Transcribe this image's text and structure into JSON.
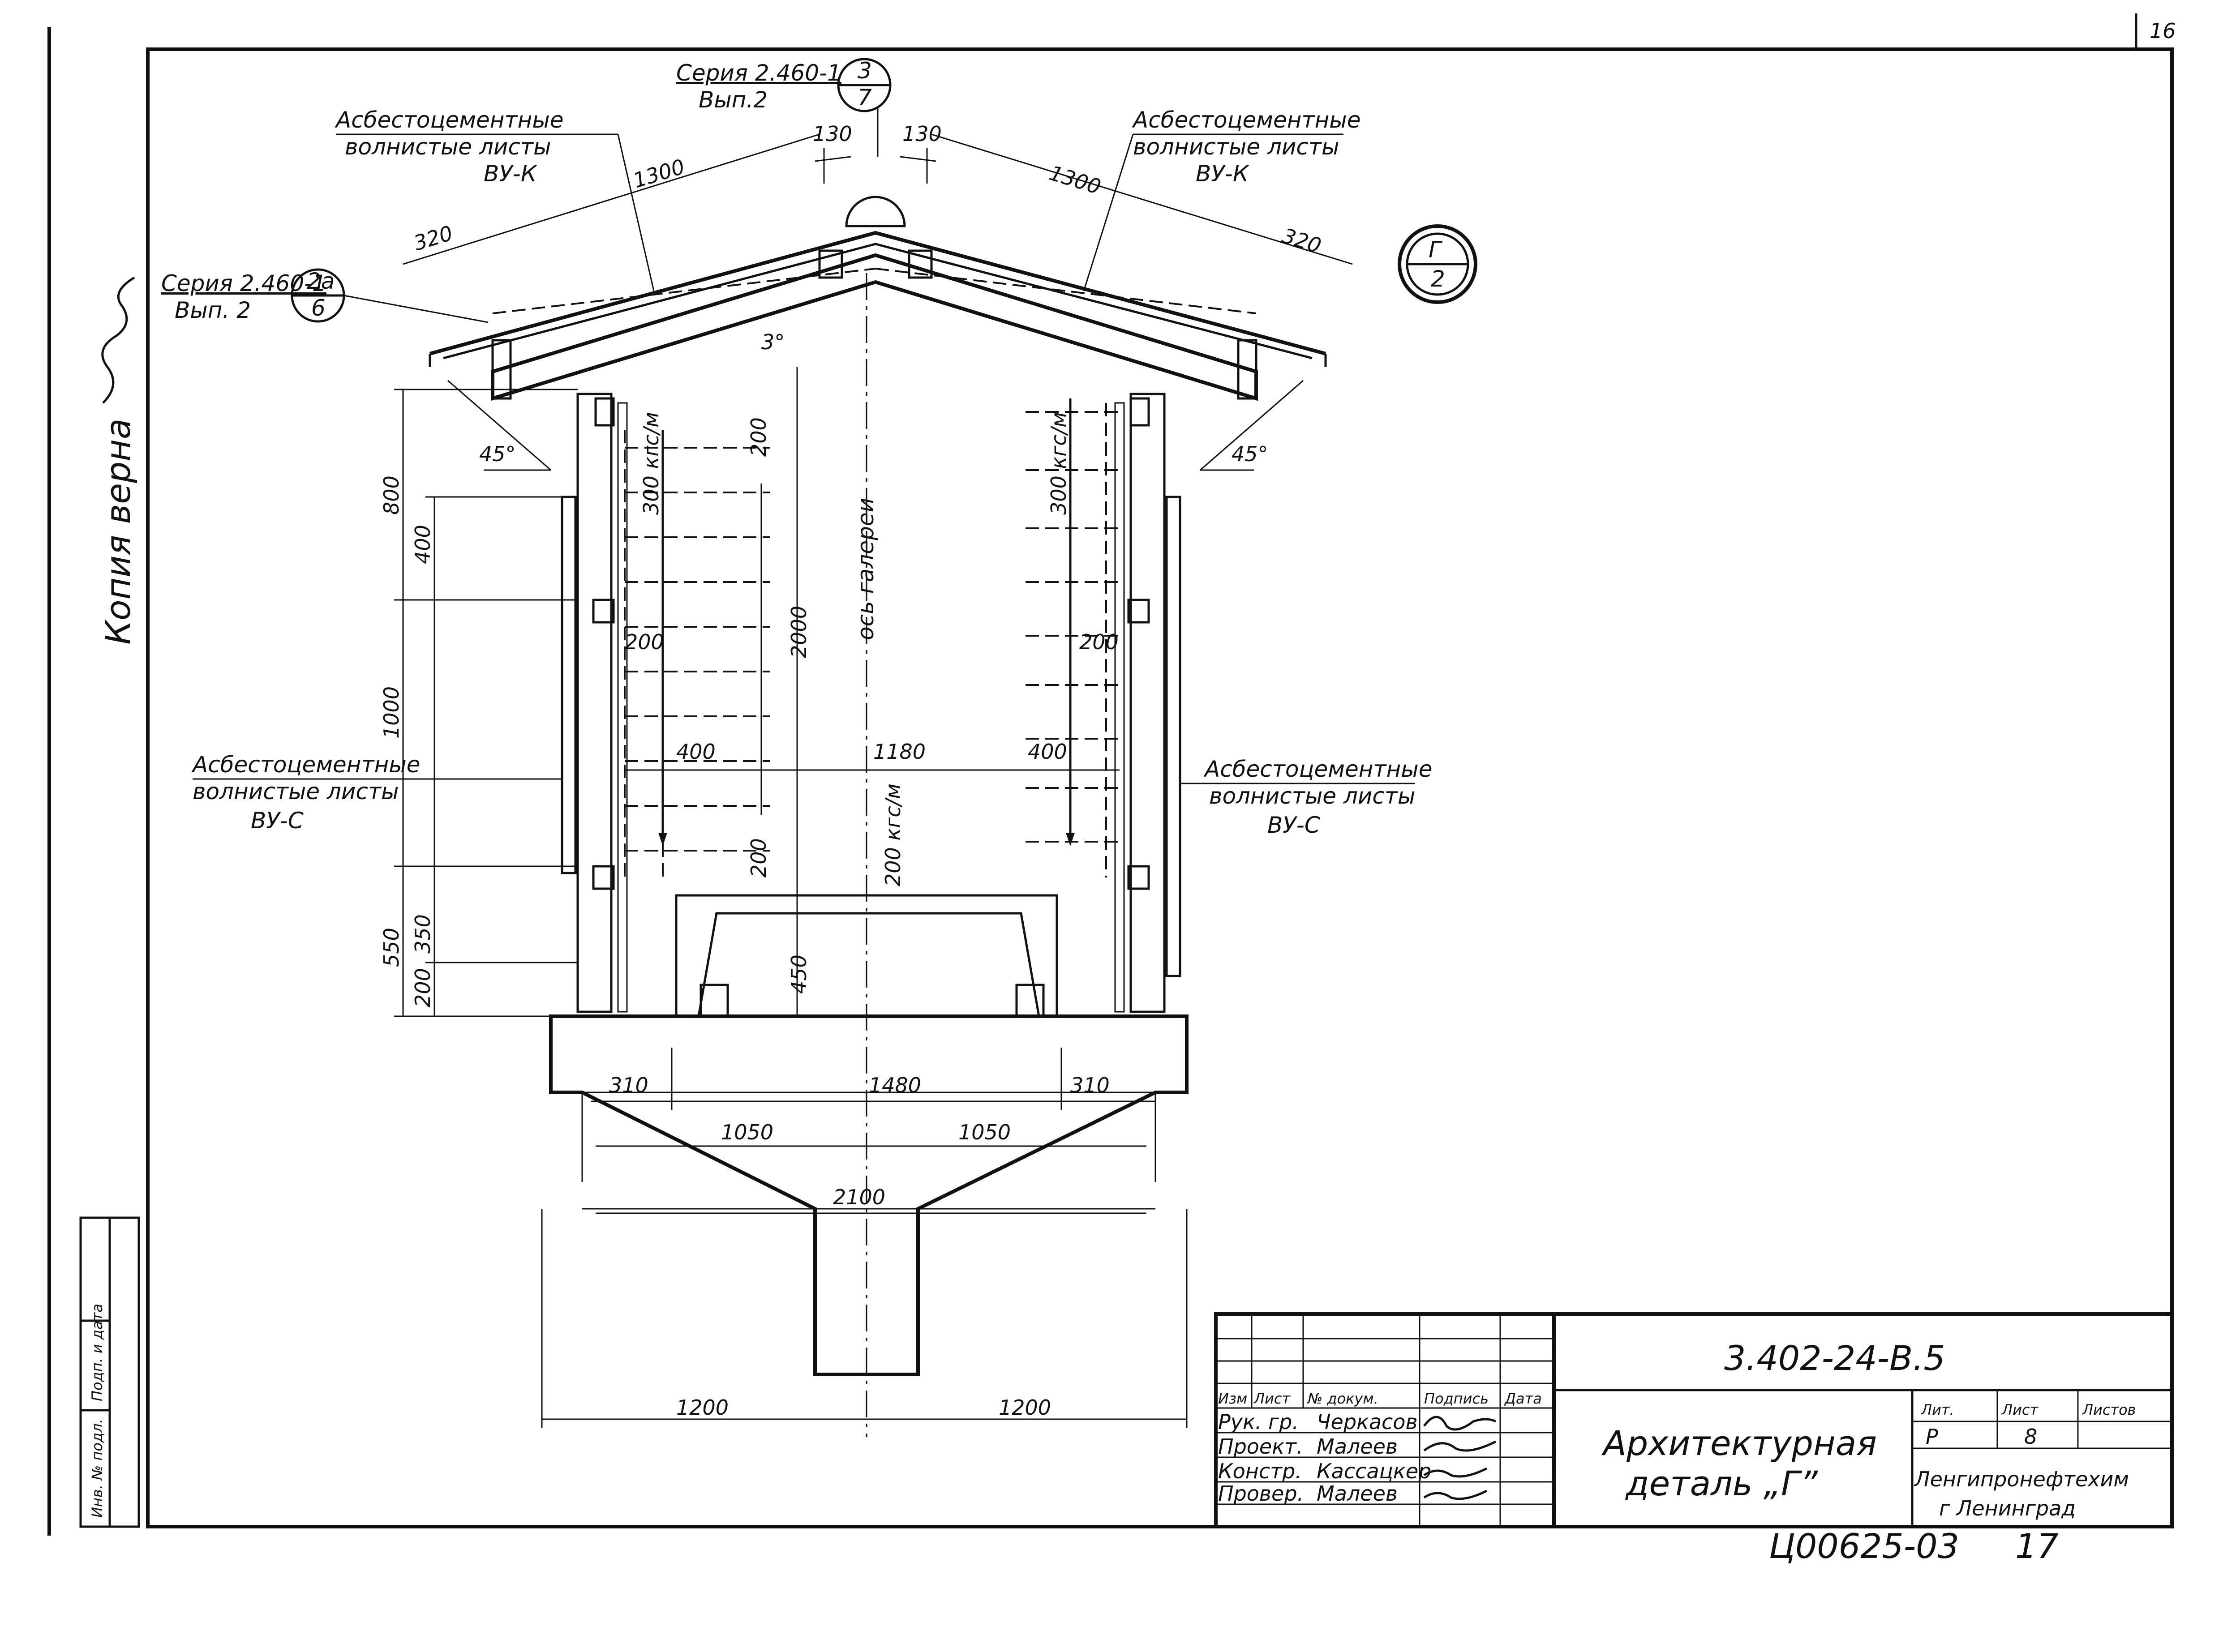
{
  "sheet": {
    "corner_number": "16",
    "copy_verified": "Копия верна",
    "archive_code": "Ц00625-03",
    "archive_sheet": "17"
  },
  "callouts": {
    "series_top": {
      "text": "Серия 2.460-1",
      "issue": "Вып.2",
      "num": "3",
      "den": "7"
    },
    "series_left": {
      "text": "Серия 2.460-1",
      "issue": "Вып. 2",
      "num": "2а",
      "den": "6"
    },
    "detail_marker": {
      "num": "Г",
      "den": "2"
    }
  },
  "notes": {
    "roof_left": {
      "line1": "Асбестоцементные",
      "line2": "волнистые листы",
      "line3": "ВУ-К"
    },
    "roof_right": {
      "line1": "Асбестоцементные",
      "line2": "волнистые листы",
      "line3": "ВУ-К"
    },
    "wall_left": {
      "line1": "Асбестоцементные",
      "line2": "волнистые листы",
      "line3": "ВУ-С"
    },
    "wall_right": {
      "line1": "Асбестоцементные",
      "line2": "волнистые листы",
      "line3": "ВУ-С"
    },
    "axis_label": "ось галереи",
    "angle_left": "45°",
    "angle_right": "45°",
    "slope_angle": "3°",
    "load_left": "300 кгс/м",
    "load_right": "300 кгс/м",
    "load_center": "200 кгс/м"
  },
  "dimensions": {
    "roof_1300_left": "1300",
    "roof_1300_right": "1300",
    "ridge_130_left": "130",
    "ridge_130_right": "130",
    "eave_320_left": "320",
    "eave_320_right": "320",
    "height_800": "800",
    "height_400": "400",
    "height_1000": "1000",
    "height_550": "550",
    "height_350": "350",
    "height_200_low": "200",
    "inner_200_top": "200",
    "inner_2000": "2000",
    "inner_200_bottom": "200",
    "inner_450": "450",
    "purlin_200_left": "200",
    "purlin_200_right": "200",
    "purlin_400_left": "400",
    "purlin_400_right": "400",
    "span_1180": "1180",
    "base_310_left": "310",
    "base_1480": "1480",
    "base_310_right": "310",
    "half_1050_left": "1050",
    "half_1050_right": "1050",
    "width_2100": "2100",
    "bottom_1200_left": "1200",
    "bottom_1200_right": "1200"
  },
  "title_block": {
    "designation": "3.402-24-В.5",
    "title_line1": "Архитектурная",
    "title_line2": "деталь „Г”",
    "organization": "Ленгипронефтехим",
    "city": "г Ленинград",
    "headers": {
      "change": "Изм",
      "sheet": "Лист",
      "doc": "№ докум.",
      "signature": "Подпись",
      "date": "Дата",
      "stage": "Лит.",
      "sheet_no": "Лист",
      "sheets": "Листов"
    },
    "stage_value": "Р",
    "sheet_value": "8",
    "sheets_value": "",
    "people": [
      {
        "role": "Рук. гр.",
        "name": "Черкасов"
      },
      {
        "role": "Проект.",
        "name": "Малеев"
      },
      {
        "role": "Констр.",
        "name": "Кассацкер"
      },
      {
        "role": "Провер.",
        "name": "Малеев"
      }
    ]
  },
  "side_stamp": {
    "inv_no": "Инв. № подл.",
    "sign_date": "Подп. и дата"
  }
}
